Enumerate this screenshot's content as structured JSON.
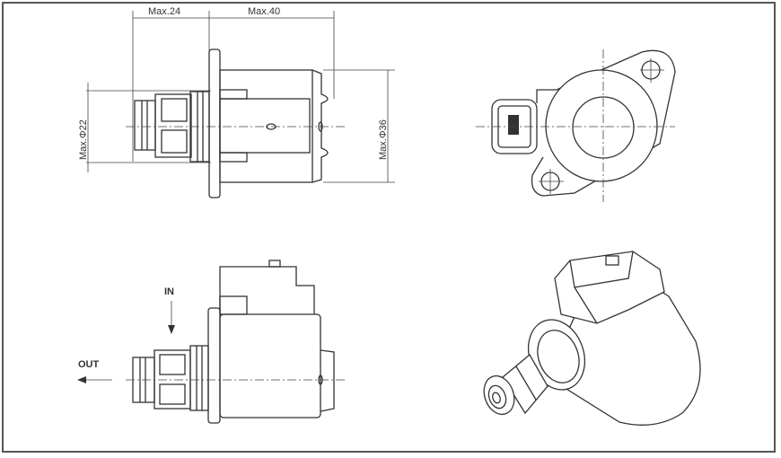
{
  "dimensions": {
    "max_24": "Max.24",
    "max_40": "Max.40",
    "max_d22": "Max.Φ22",
    "max_d36": "Max.Φ36"
  },
  "flow_labels": {
    "in": "IN",
    "out": "OUT"
  },
  "colors": {
    "line": "#333333",
    "frame": "#555555"
  }
}
